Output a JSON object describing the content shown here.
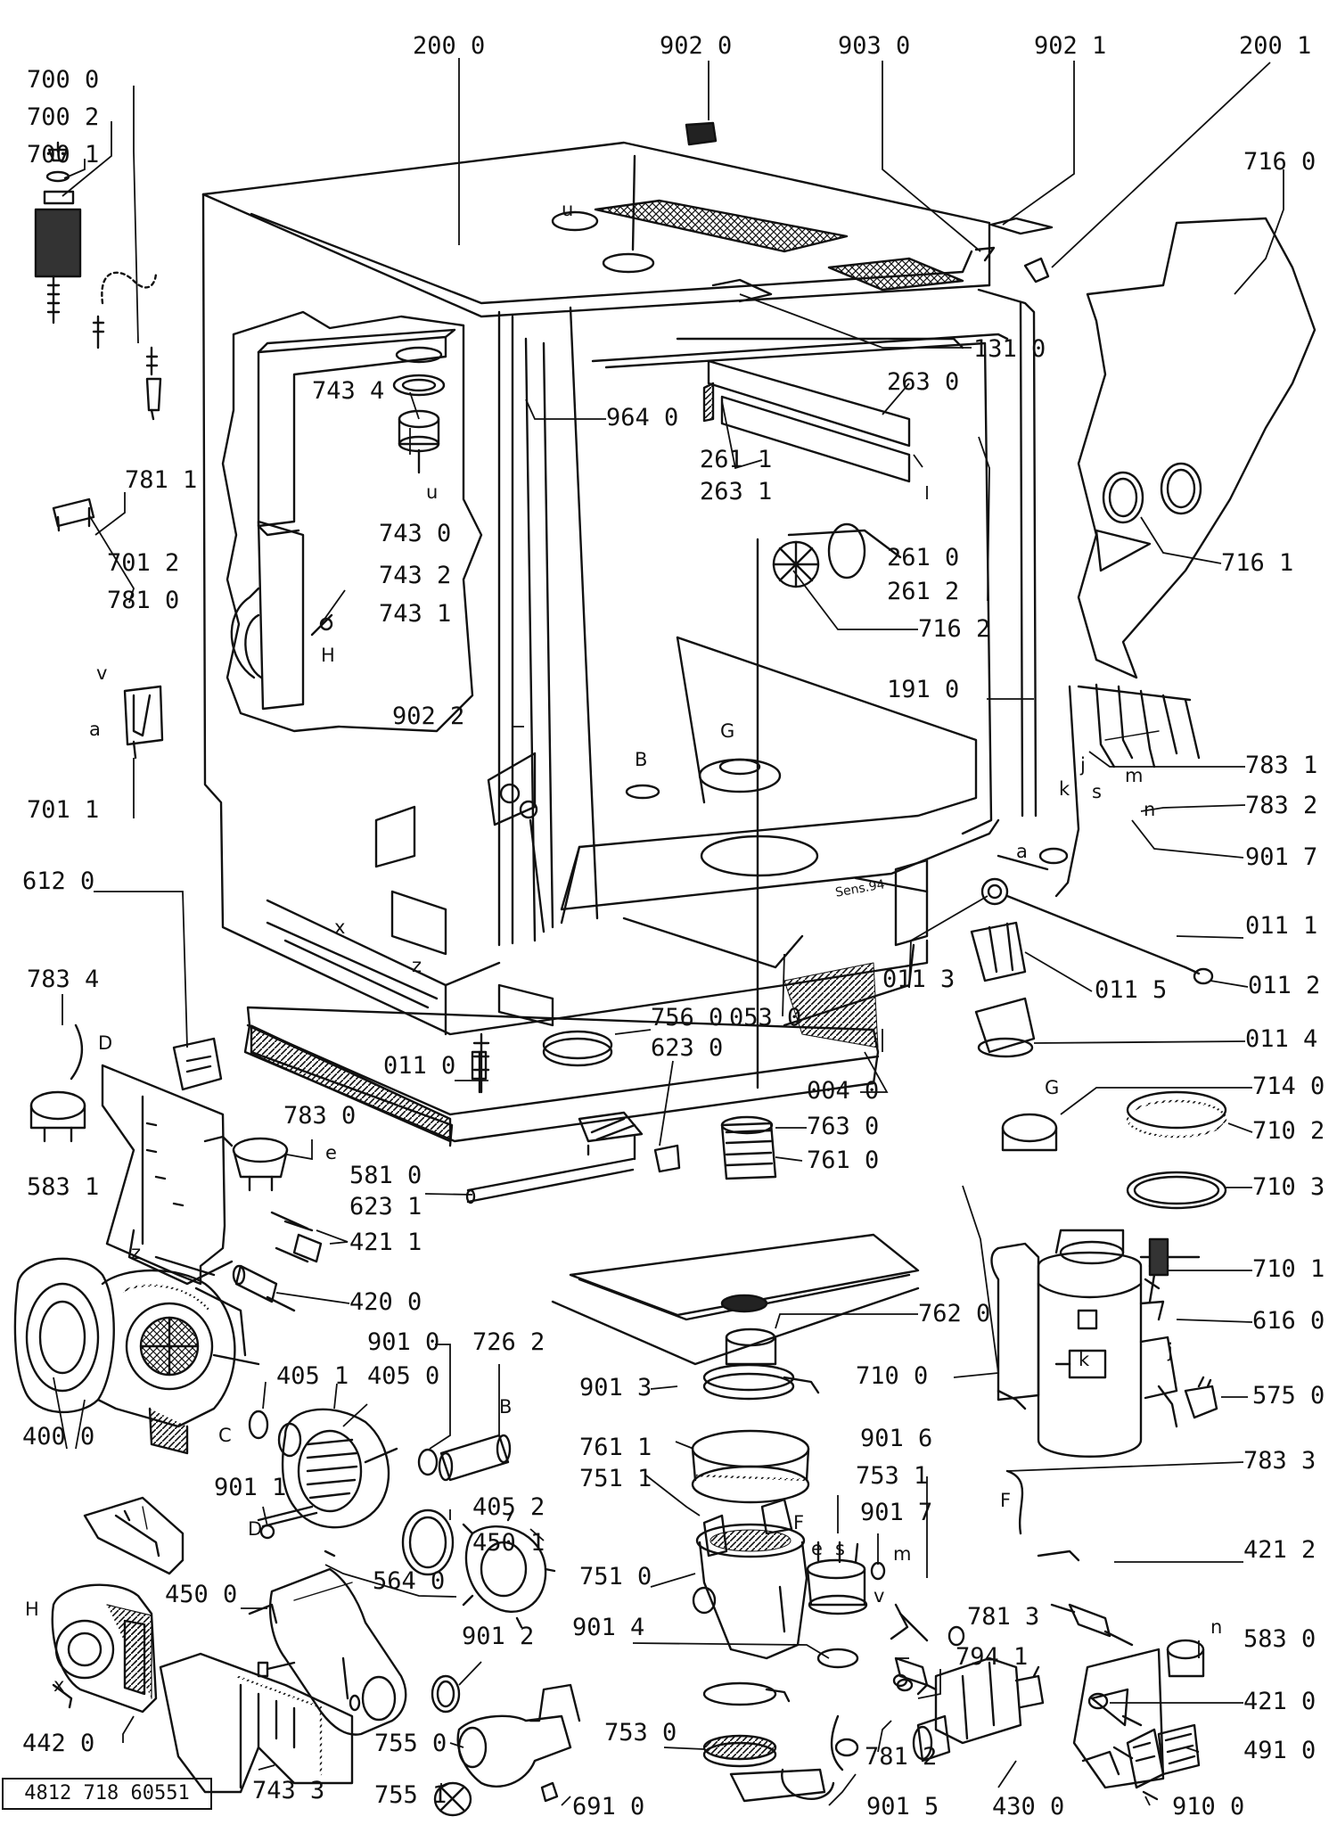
{
  "document_number": "4812 718 60551",
  "stamp_text": "Sens.94",
  "part_labels": [
    {
      "id": "l01",
      "text": "200 0"
    },
    {
      "id": "l02",
      "text": "902 0"
    },
    {
      "id": "l03",
      "text": "903 0"
    },
    {
      "id": "l04",
      "text": "902 1"
    },
    {
      "id": "l05",
      "text": "200 1"
    },
    {
      "id": "l06",
      "text": "700 0"
    },
    {
      "id": "l07",
      "text": "700 2"
    },
    {
      "id": "l08",
      "text": "700 1"
    },
    {
      "id": "l09",
      "text": "716 0"
    },
    {
      "id": "l10",
      "text": "131 0"
    },
    {
      "id": "l11",
      "text": "263 0"
    },
    {
      "id": "l12",
      "text": "743 4"
    },
    {
      "id": "l13",
      "text": "964 0"
    },
    {
      "id": "l14",
      "text": "261 1"
    },
    {
      "id": "l15",
      "text": "263 1"
    },
    {
      "id": "l16",
      "text": "781 1"
    },
    {
      "id": "l17",
      "text": "743 0"
    },
    {
      "id": "l18",
      "text": "701 2"
    },
    {
      "id": "l19",
      "text": "261 0"
    },
    {
      "id": "l20",
      "text": "716 1"
    },
    {
      "id": "l21",
      "text": "743 2"
    },
    {
      "id": "l22",
      "text": "781 0"
    },
    {
      "id": "l23",
      "text": "261 2"
    },
    {
      "id": "l24",
      "text": "743 1"
    },
    {
      "id": "l25",
      "text": "716 2"
    },
    {
      "id": "l26",
      "text": "191 0"
    },
    {
      "id": "l27",
      "text": "902 2"
    },
    {
      "id": "l28",
      "text": "783 1"
    },
    {
      "id": "l29",
      "text": "783 2"
    },
    {
      "id": "l30",
      "text": "701 1"
    },
    {
      "id": "l31",
      "text": "901 7"
    },
    {
      "id": "l32",
      "text": "612 0"
    },
    {
      "id": "l33",
      "text": "011 1"
    },
    {
      "id": "l34",
      "text": "783 4"
    },
    {
      "id": "l35",
      "text": "011 3"
    },
    {
      "id": "l36",
      "text": "011 5"
    },
    {
      "id": "l37",
      "text": "011 2"
    },
    {
      "id": "l38",
      "text": "756 0"
    },
    {
      "id": "l39",
      "text": "053 0"
    },
    {
      "id": "l40",
      "text": "623 0"
    },
    {
      "id": "l41",
      "text": "011 4"
    },
    {
      "id": "l42",
      "text": "011 0"
    },
    {
      "id": "l43",
      "text": "004 0"
    },
    {
      "id": "l44",
      "text": "714 0"
    },
    {
      "id": "l45",
      "text": "783 0"
    },
    {
      "id": "l46",
      "text": "763 0"
    },
    {
      "id": "l47",
      "text": "761 0"
    },
    {
      "id": "l48",
      "text": "710 2"
    },
    {
      "id": "l49",
      "text": "583 1"
    },
    {
      "id": "l50",
      "text": "581 0"
    },
    {
      "id": "l51",
      "text": "623 1"
    },
    {
      "id": "l52",
      "text": "710 3"
    },
    {
      "id": "l53",
      "text": "421 1"
    },
    {
      "id": "l54",
      "text": "710 1"
    },
    {
      "id": "l55",
      "text": "420 0"
    },
    {
      "id": "l56",
      "text": "762 0"
    },
    {
      "id": "l57",
      "text": "616 0"
    },
    {
      "id": "l58",
      "text": "901 0"
    },
    {
      "id": "l59",
      "text": "726 2"
    },
    {
      "id": "l60",
      "text": "405 1"
    },
    {
      "id": "l61",
      "text": "405 0"
    },
    {
      "id": "l62",
      "text": "901 3"
    },
    {
      "id": "l63",
      "text": "710 0"
    },
    {
      "id": "l64",
      "text": "575 0"
    },
    {
      "id": "l65",
      "text": "400 0"
    },
    {
      "id": "l66",
      "text": "761 1"
    },
    {
      "id": "l67",
      "text": "901 6"
    },
    {
      "id": "l68",
      "text": "783 3"
    },
    {
      "id": "l69",
      "text": "751 1"
    },
    {
      "id": "l70",
      "text": "753 1"
    },
    {
      "id": "l71",
      "text": "901 1"
    },
    {
      "id": "l72",
      "text": "405 2"
    },
    {
      "id": "l73",
      "text": "901 7"
    },
    {
      "id": "l74",
      "text": "450 1"
    },
    {
      "id": "l75",
      "text": "421 2"
    },
    {
      "id": "l76",
      "text": "751 0"
    },
    {
      "id": "l77",
      "text": "564 0"
    },
    {
      "id": "l78",
      "text": "450 0"
    },
    {
      "id": "l79",
      "text": "583 0"
    },
    {
      "id": "l80",
      "text": "901 4"
    },
    {
      "id": "l81",
      "text": "781 3"
    },
    {
      "id": "l82",
      "text": "901 2"
    },
    {
      "id": "l83",
      "text": "794 1"
    },
    {
      "id": "l84",
      "text": "421 0"
    },
    {
      "id": "l85",
      "text": "442 0"
    },
    {
      "id": "l86",
      "text": "755 0"
    },
    {
      "id": "l87",
      "text": "753 0"
    },
    {
      "id": "l88",
      "text": "781 2"
    },
    {
      "id": "l89",
      "text": "491 0"
    },
    {
      "id": "l90",
      "text": "743 3"
    },
    {
      "id": "l91",
      "text": "755 1"
    },
    {
      "id": "l92",
      "text": "691 0"
    },
    {
      "id": "l93",
      "text": "901 5"
    },
    {
      "id": "l94",
      "text": "430 0"
    },
    {
      "id": "l95",
      "text": "910 0"
    }
  ],
  "letter_labels": [
    {
      "id": "t01",
      "text": "u"
    },
    {
      "id": "t02",
      "text": "u"
    },
    {
      "id": "t03",
      "text": "H"
    },
    {
      "id": "t04",
      "text": "v"
    },
    {
      "id": "t05",
      "text": "a"
    },
    {
      "id": "t06",
      "text": "B"
    },
    {
      "id": "t07",
      "text": "G"
    },
    {
      "id": "t08",
      "text": "j"
    },
    {
      "id": "t09",
      "text": "k"
    },
    {
      "id": "t10",
      "text": "s"
    },
    {
      "id": "t11",
      "text": "m"
    },
    {
      "id": "t12",
      "text": "n"
    },
    {
      "id": "t13",
      "text": "a"
    },
    {
      "id": "t14",
      "text": "x"
    },
    {
      "id": "t15",
      "text": "z"
    },
    {
      "id": "t16",
      "text": "D"
    },
    {
      "id": "t17",
      "text": "e"
    },
    {
      "id": "t18",
      "text": "G"
    },
    {
      "id": "t19",
      "text": "z"
    },
    {
      "id": "t20",
      "text": "k"
    },
    {
      "id": "t21",
      "text": "j"
    },
    {
      "id": "t22",
      "text": "C"
    },
    {
      "id": "t23",
      "text": "B"
    },
    {
      "id": "t24",
      "text": "D"
    },
    {
      "id": "t25",
      "text": "F"
    },
    {
      "id": "t26",
      "text": "F"
    },
    {
      "id": "t27",
      "text": "e"
    },
    {
      "id": "t28",
      "text": "s"
    },
    {
      "id": "t29",
      "text": "m"
    },
    {
      "id": "t30",
      "text": "v"
    },
    {
      "id": "t31",
      "text": "H"
    },
    {
      "id": "t32",
      "text": "n"
    },
    {
      "id": "t33",
      "text": "x"
    }
  ]
}
